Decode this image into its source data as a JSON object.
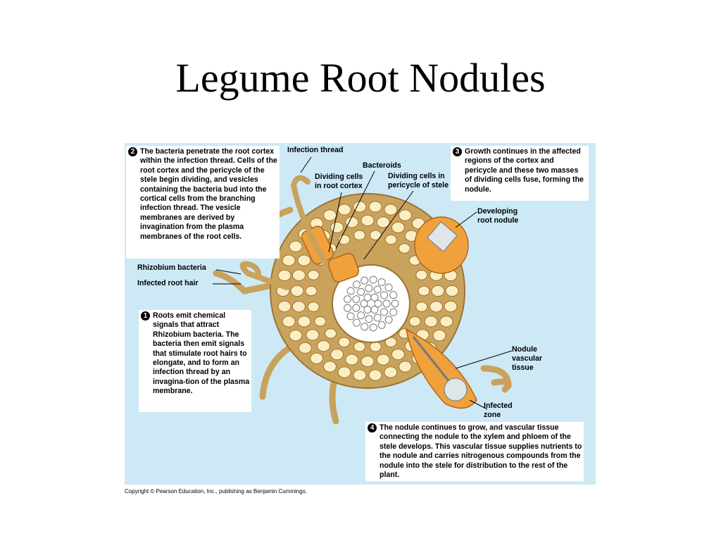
{
  "slide": {
    "title": "Legume Root Nodules"
  },
  "steps": [
    {
      "number": "1",
      "text": "Roots emit chemical signals that attract Rhizobium bacteria. The bacteria then emit signals that stimulate root hairs to elongate, and to form an infection thread by an invagina-tion of the plasma membrane."
    },
    {
      "number": "2",
      "text": "The bacteria penetrate the root cortex within the infection thread. Cells of the root cortex and the pericycle of the stele begin dividing, and vesicles containing the bacteria bud into the cortical cells from the branching infection thread. The vesicle membranes are derived by invagination from the plasma membranes of the root cells."
    },
    {
      "number": "3",
      "text": "Growth continues in the affected regions of the cortex and pericycle and these two masses of dividing cells fuse, forming the nodule."
    },
    {
      "number": "4",
      "text": "The nodule continues to grow, and vascular tissue connecting the nodule to the xylem and phloem of the stele develops. This vascular tissue supplies nutrients to the nodule and carries nitrogenous compounds from the nodule into the stele for distribution to the rest of the plant."
    }
  ],
  "labels": {
    "infection_thread": "Infection thread",
    "bacteroids": "Bacteroids",
    "dividing_cortex": "Dividing cells\nin root cortex",
    "dividing_pericycle": "Dividing cells in\npericycle of stele",
    "rhizobium": "Rhizobium bacteria",
    "infected_hair": "Infected root hair",
    "developing_nodule": "Developing\nroot nodule",
    "nodule_vascular": "Nodule\nvascular\ntissue",
    "infected_zone": "Infected\nzone"
  },
  "copyright": "Copyright © Pearson Education, Inc., publishing as Benjamin Cummings.",
  "colors": {
    "background": "#cde9f6",
    "cortex": "#c9a25c",
    "cell": "#fbeec2",
    "dividing": "#f0a13c",
    "stele": "#ffffff"
  }
}
